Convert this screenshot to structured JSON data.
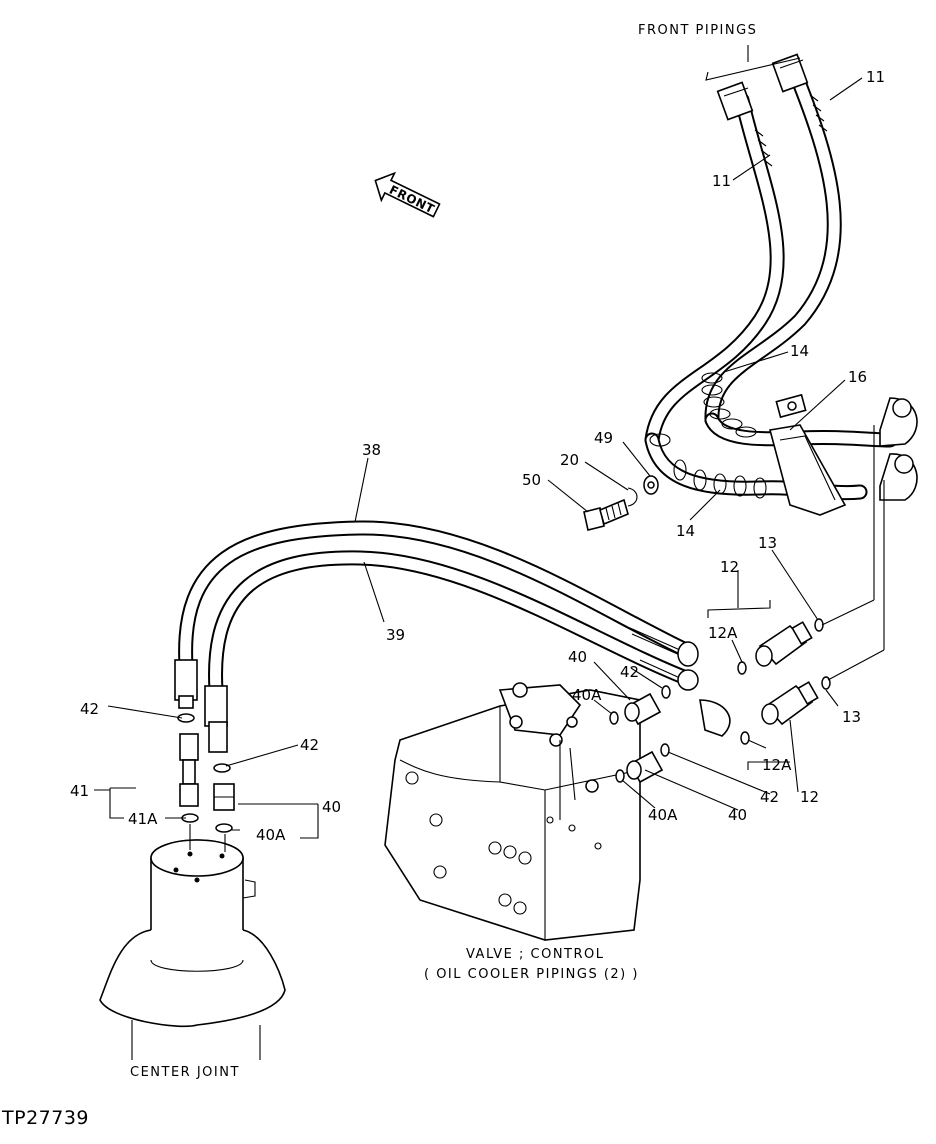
{
  "figure_id": "TP27739",
  "header": {
    "front_pipings": "FRONT PIPINGS"
  },
  "direction_arrow": {
    "label": "FRONT",
    "icon": "arrow-left-icon"
  },
  "captions": {
    "valve_line1": "VALVE ; CONTROL",
    "valve_line2": "( OIL COOLER PIPINGS (2) )",
    "center_joint": "CENTER JOINT"
  },
  "callouts": {
    "c11a": "11",
    "c11b": "11",
    "c14a": "14",
    "c14b": "14",
    "c16": "16",
    "c49": "49",
    "c20": "20",
    "c50": "50",
    "c38": "38",
    "c39": "39",
    "c13a": "13",
    "c13b": "13",
    "c12a": "12",
    "c12b": "12",
    "c12Aa": "12A",
    "c12Ab": "12A",
    "c40a": "40",
    "c40b": "40",
    "c40c": "40",
    "c40Aa": "40A",
    "c40Ab": "40A",
    "c40Ac": "40A",
    "c42a": "42",
    "c42b": "42",
    "c42c": "42",
    "c42d": "42",
    "c41": "41",
    "c41A": "41A"
  },
  "colors": {
    "ink": "#000000",
    "paper": "#ffffff"
  }
}
